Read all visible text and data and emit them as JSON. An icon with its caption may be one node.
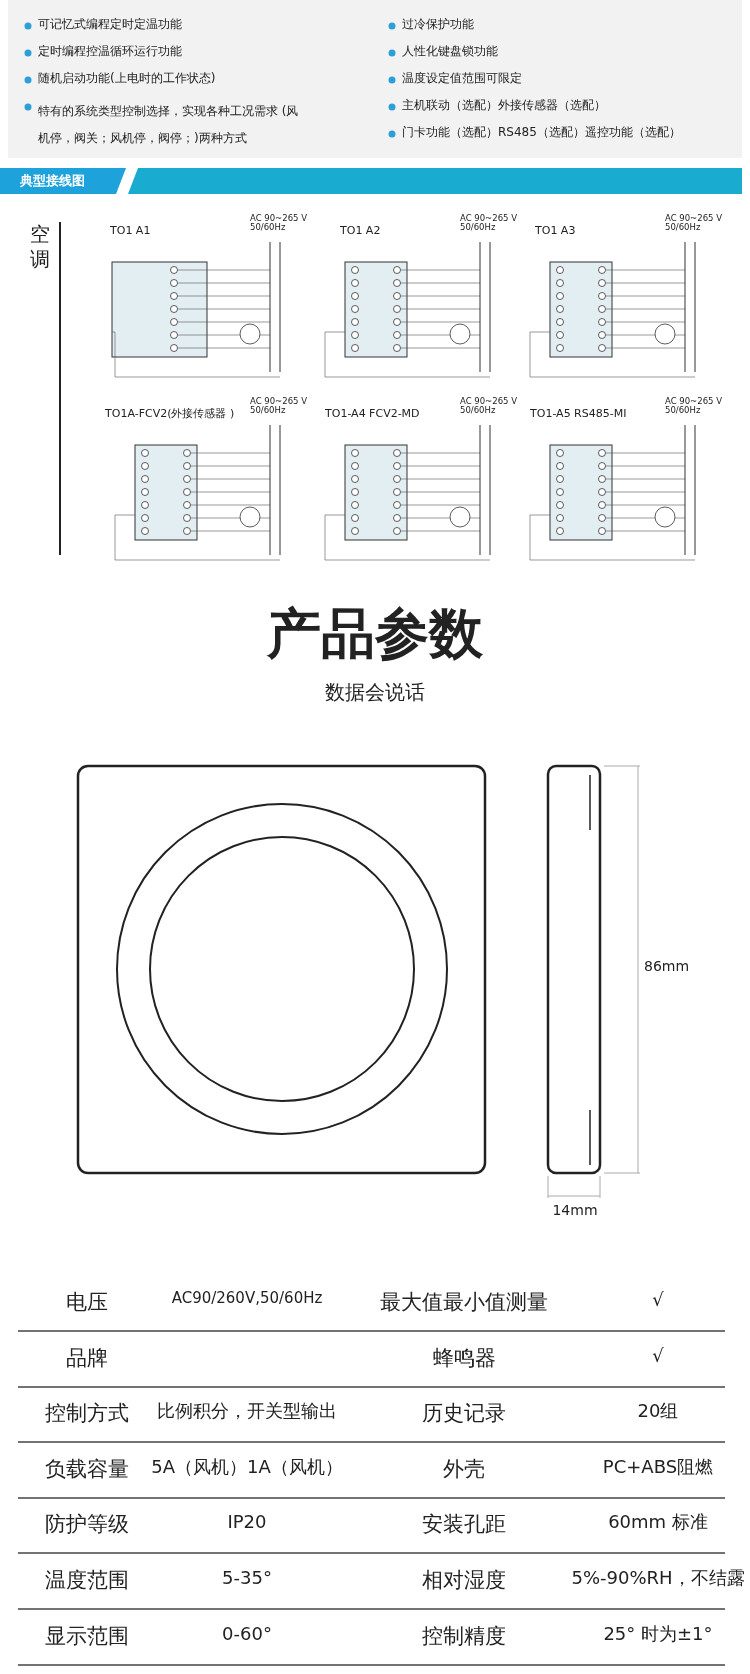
{
  "diagram": {
    "labels": [
      "可记忆式编程定时定温功能",
      "过冷保护功能",
      "定时编程控温循环运行功能",
      "人性化键盘锁功能",
      "随机启动功能(上电时的工作状态)",
      "温度设定值范围可限定",
      "特有的系统类型控制选择，实现各种工况需求 (风机停，阀关；风机停，阀停；)两种方式",
      "主机联动（选配）外接传感器（选配）",
      "门卡功能（选配）RS485（选配）遥控功能（选配）",
      "典型接线图",
      "空调",
      "TO1 A1",
      "TO1 A2",
      "TO1 A3",
      "TO1A-FCV2(外接传感器 )",
      "TO1-A4 FCV2-MD",
      "TO1-A5 RS485-MI",
      "AC 90~265 V 50/60Hz",
      "AC 90~265 V 50/60Hz",
      "AC 90~265 V 50/60Hz",
      "AC 90~265 V 50/60Hz",
      "AC 90~265 V 50/60Hz",
      "AC 90~265 V 50/60Hz",
      "产品参数",
      "数据会说话",
      "86mm",
      "14mm",
      "电压",
      "AC90/260V,50/60Hz",
      "最大值最小值测量",
      "√",
      "品牌",
      "蜂鸣器",
      "√",
      "控制方式",
      "比例积分，开关型输出",
      "历史记录",
      "20组",
      "负载容量",
      "5A（风机）1A（风机）",
      "外壳",
      "PC+ABS阻燃",
      "防护等级",
      "IP20",
      "安装孔距",
      "60mm 标准",
      "温度范围",
      "5-35°",
      "相对湿度",
      "5%-90%RH，不结露",
      "显示范围",
      "0-60°",
      "控制精度",
      "25° 时为±1°"
    ]
  }
}
